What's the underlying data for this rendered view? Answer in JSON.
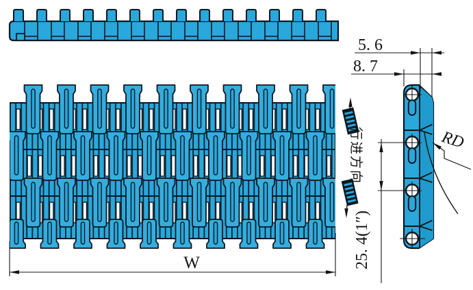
{
  "drawing": {
    "labels": {
      "dim_top_thickness": "5. 6",
      "dim_total_thickness": "8. 7",
      "dim_pitch": "25. 4(1″)",
      "dim_belt_width": "W",
      "dim_radius": "RD",
      "direction": "行进方向"
    },
    "colors": {
      "belt_fill": "#2AA7DB",
      "belt_fill_light": "#35ADDE",
      "belt_fill_dark": "#1F9BCE",
      "outline": "#0E1720",
      "dim_line": "#141414",
      "hole_fill": "#FFFFFF",
      "background": "#FFFFFF"
    },
    "icons": {
      "up": "direction-arrow-up-icon",
      "down": "direction-arrow-down-icon"
    }
  }
}
